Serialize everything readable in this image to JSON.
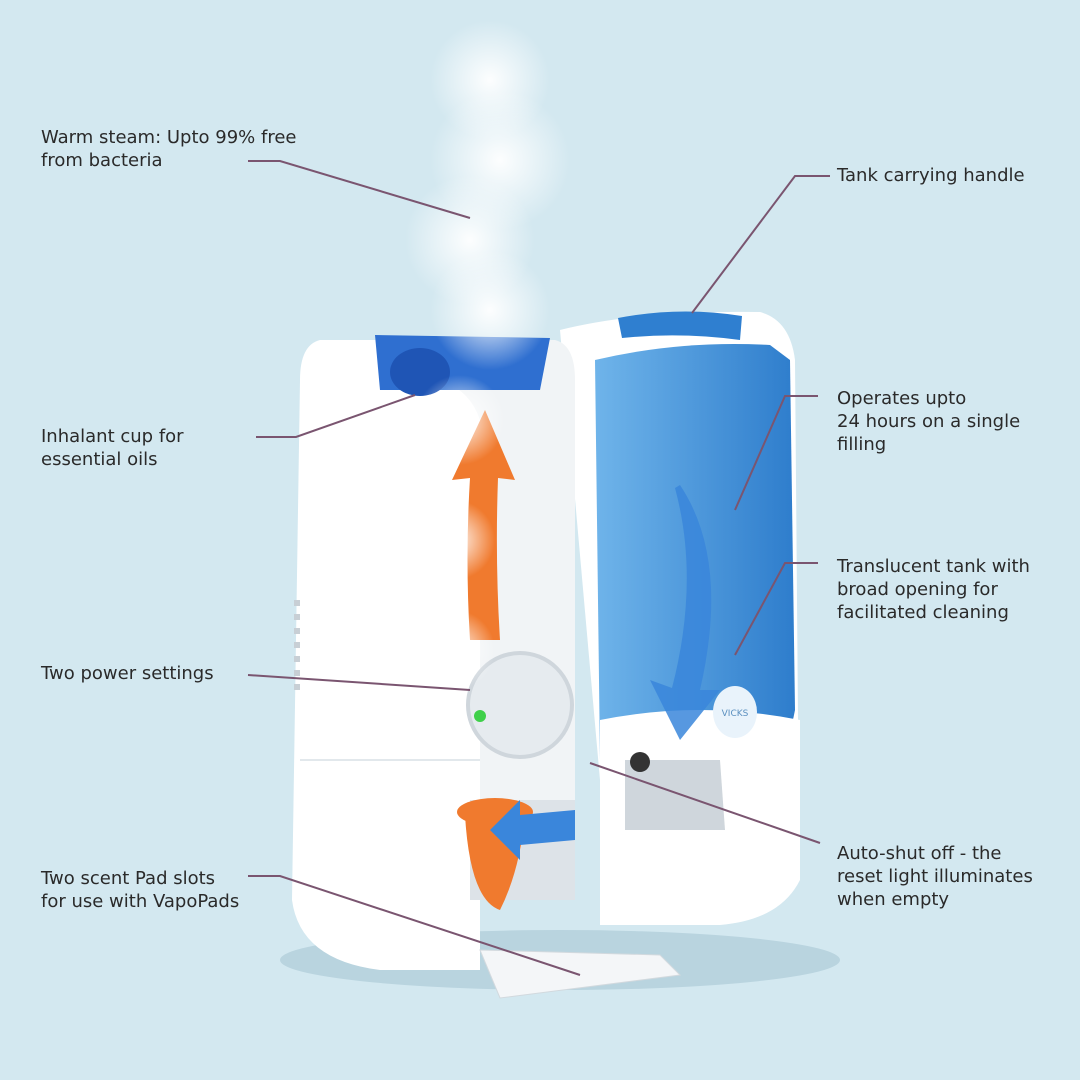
{
  "colors": {
    "background": "#d3e8f0",
    "leader_line": "#7a5570",
    "tank_blue": "#3d8fd8",
    "arrow_orange": "#f07a2e",
    "steam": "#f2f4f6"
  },
  "product": {
    "brand_logo": "VICKS"
  },
  "callouts": [
    {
      "id": "warm-steam",
      "text": "Warm steam: Upto 99% free\nfrom bacteria"
    },
    {
      "id": "tank-handle",
      "text": "Tank carrying handle"
    },
    {
      "id": "inhalant-cup",
      "text": "Inhalant cup for\nessential oils"
    },
    {
      "id": "run-time",
      "text": "Operates upto\n24 hours on a single\nfilling"
    },
    {
      "id": "translucent-tank",
      "text": "Translucent tank with\nbroad opening for\nfacilitated cleaning"
    },
    {
      "id": "power-settings",
      "text": "Two power settings"
    },
    {
      "id": "auto-shut-off",
      "text": "Auto-shut off - the\nreset light illuminates\nwhen empty"
    },
    {
      "id": "scent-pad-slots",
      "text": "Two scent Pad slots\nfor use with VapoPads"
    }
  ]
}
